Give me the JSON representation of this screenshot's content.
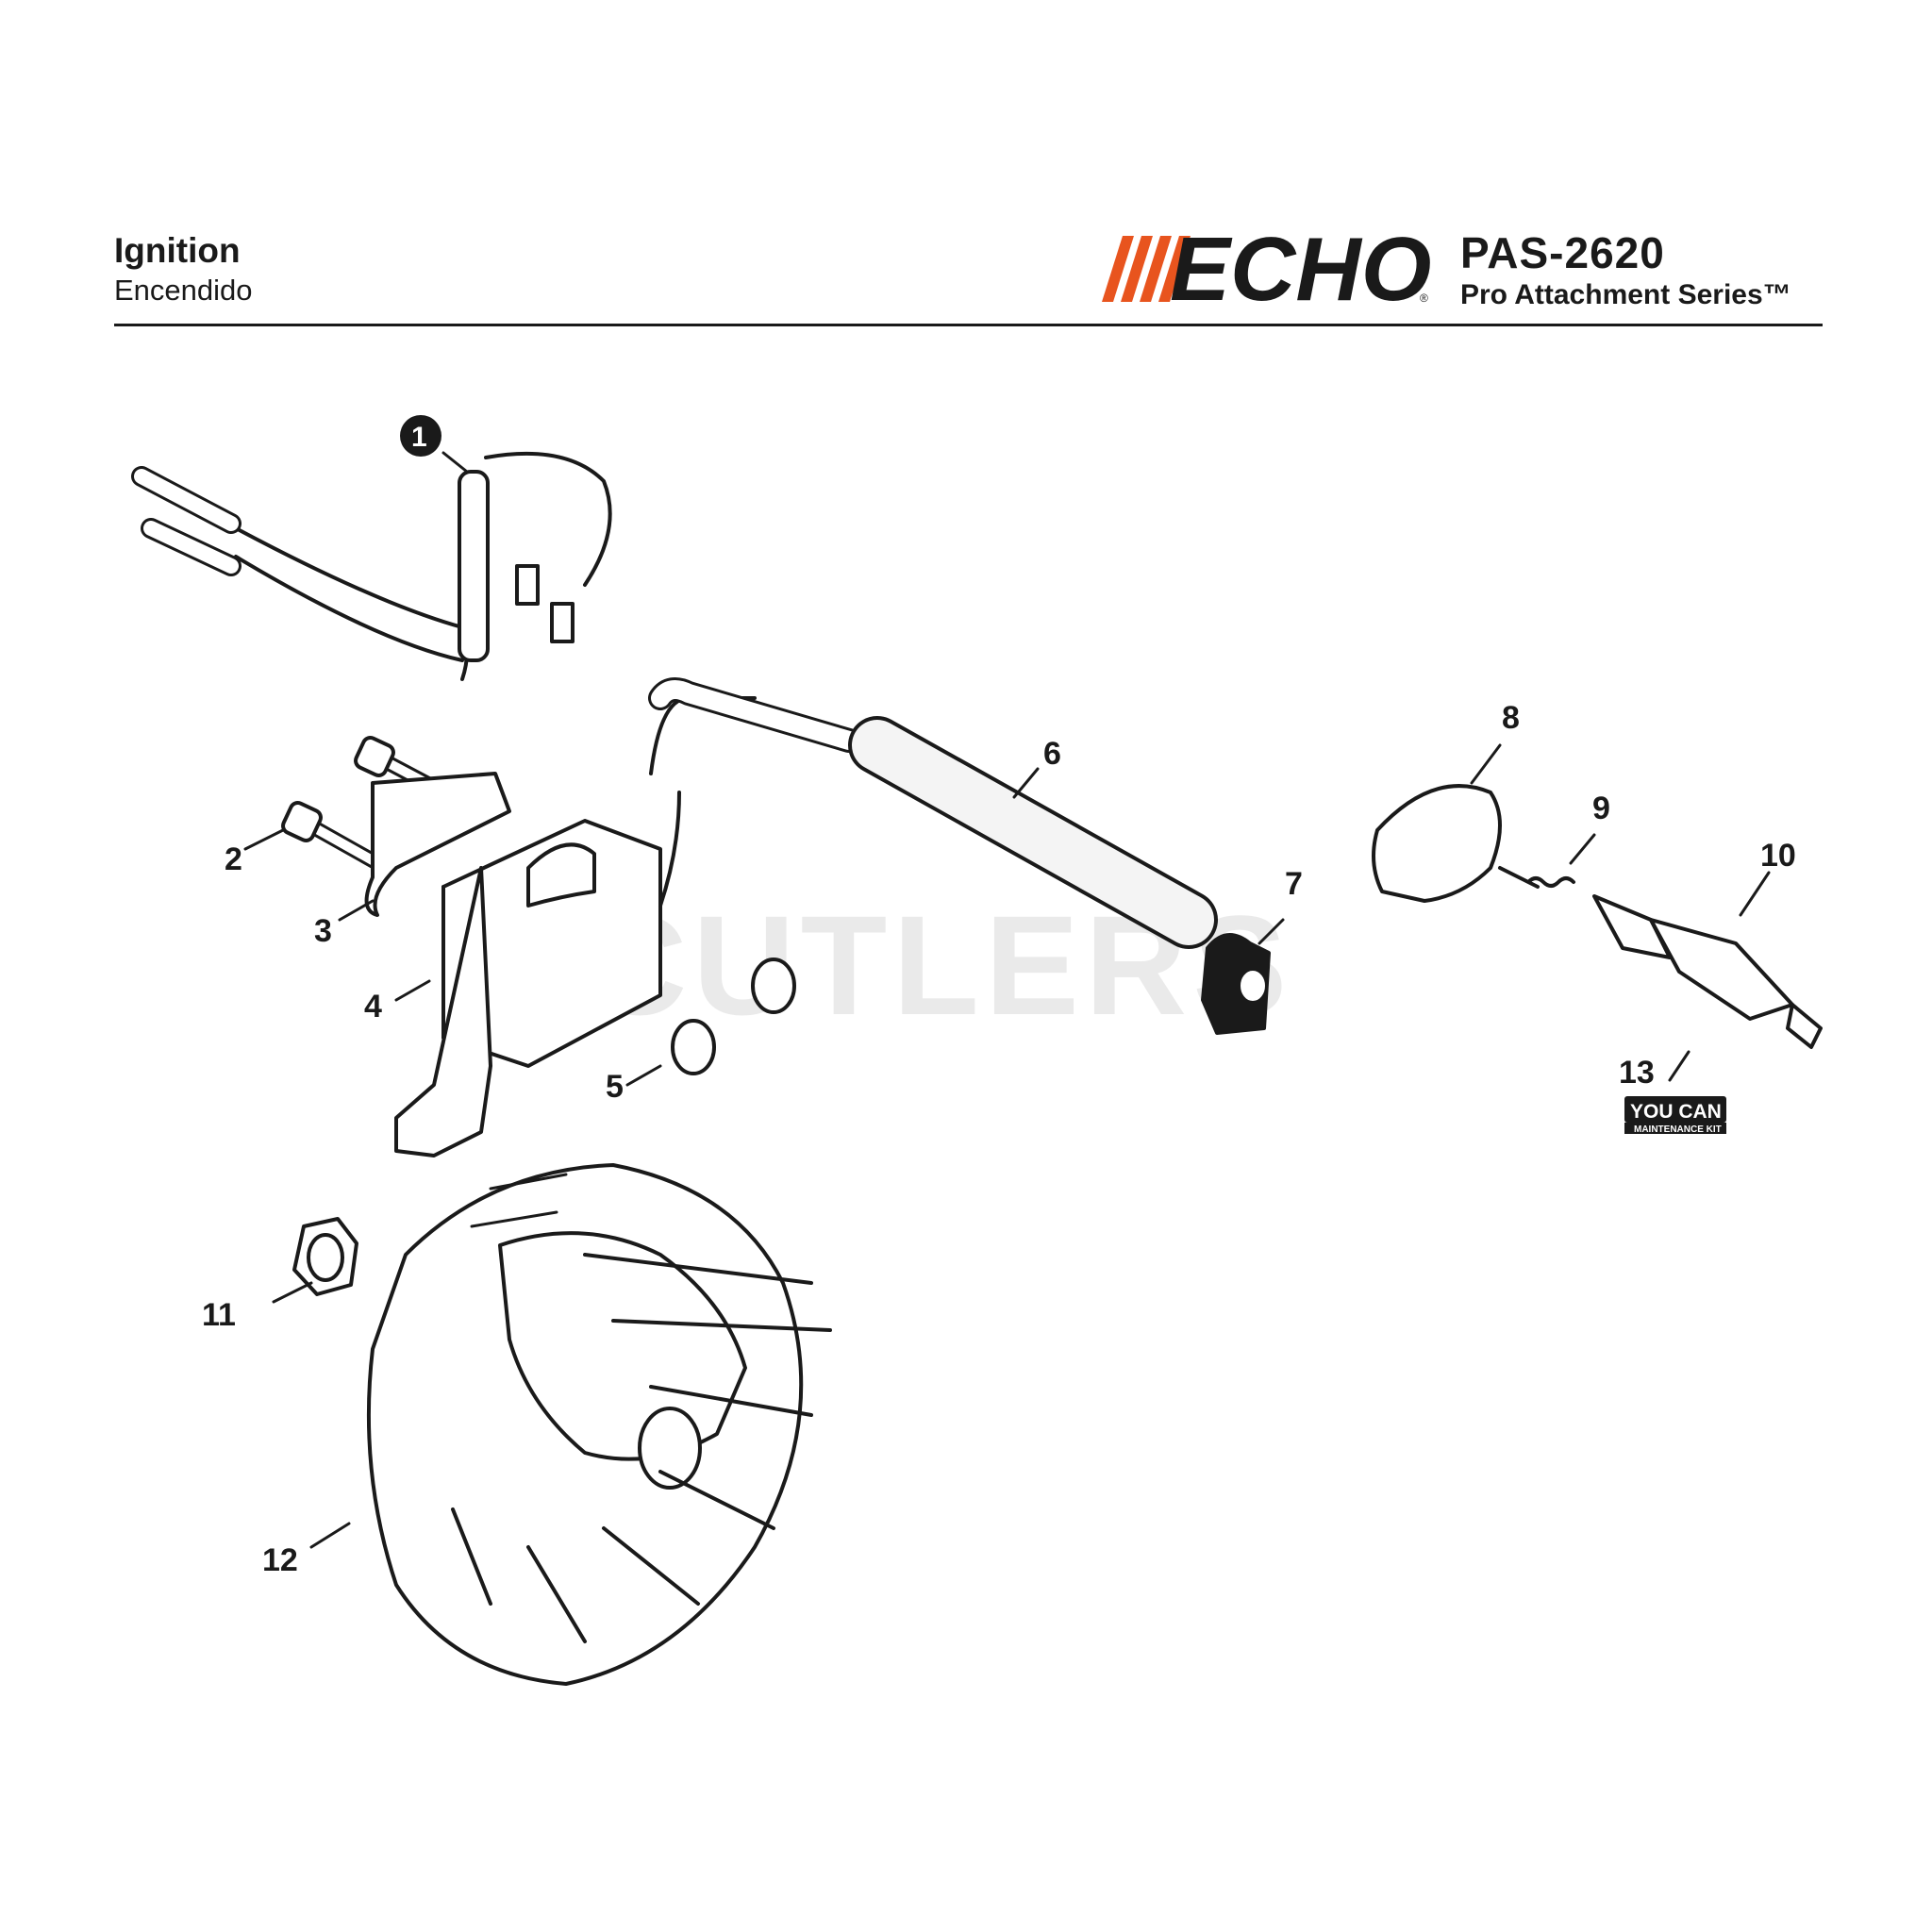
{
  "header": {
    "title": "Ignition",
    "subtitle": "Encendido",
    "brand": "ECHO",
    "model": "PAS-2620",
    "series": "Pro Attachment Series™"
  },
  "watermark": "CUTLERS",
  "badge": {
    "line1": "YOU CAN",
    "line2": "MAINTENANCE KIT"
  },
  "callouts": [
    "1",
    "2",
    "3",
    "4",
    "5",
    "6",
    "7",
    "8",
    "9",
    "10",
    "11",
    "12",
    "13"
  ],
  "colors": {
    "accent": "#e8541e",
    "ink": "#1a1a1a",
    "watermark": "#d9d9d9"
  }
}
